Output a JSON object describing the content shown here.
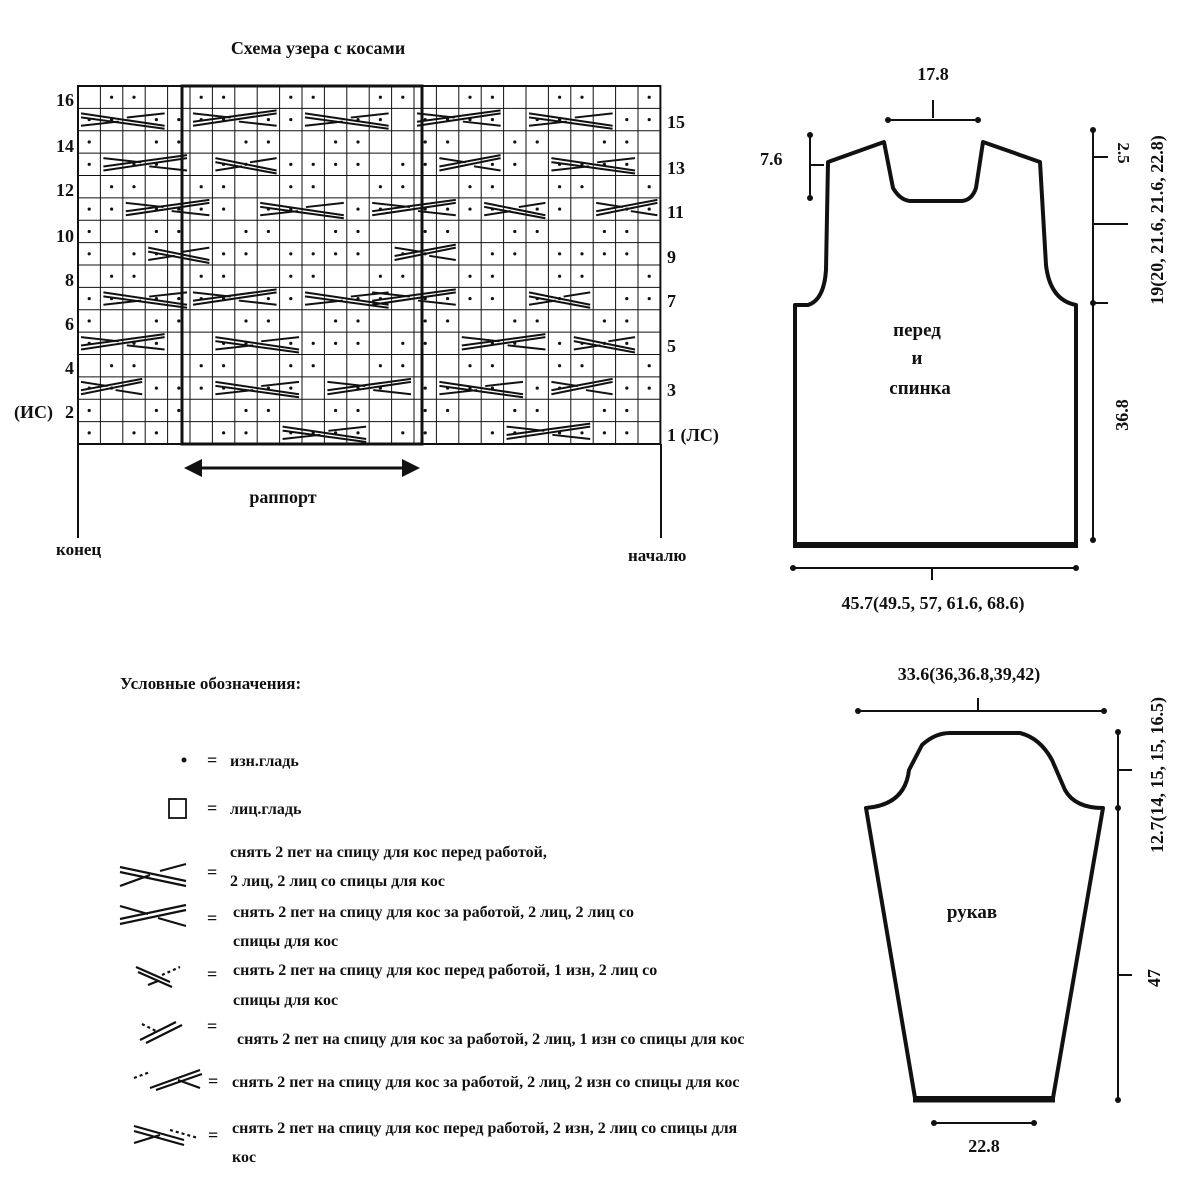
{
  "chart_title": "Схема узера с косами",
  "chart": {
    "rows_left": [
      "16",
      "14",
      "12",
      "10",
      "8",
      "6",
      "4",
      "2"
    ],
    "rows_right": [
      "15",
      "13",
      "11",
      "9",
      "7",
      "5",
      "3",
      "1 (ЛС)"
    ],
    "ws_label": "(ИС)",
    "repeat_label": "раппорт",
    "end_label": "конец",
    "start_label": "началю"
  },
  "vest": {
    "neck_width": "17.8",
    "shoulder_drop": "7.6",
    "armhole_depth": "2.5",
    "side_measure": "19(20, 21.6, 21.6, 22.8)",
    "lower_height": "36.8",
    "width": "45.7(49.5, 57, 61.6, 68.6)",
    "label_line1": "перед",
    "label_line2": "и",
    "label_line3": "спинка"
  },
  "sleeve": {
    "top_width": "33.6(36,36.8,39,42)",
    "cap_height": "12.7(14, 15, 15, 16.5)",
    "length": "47",
    "cuff_width": "22.8",
    "label": "рукав"
  },
  "legend": {
    "title": "Условные обозначения:",
    "items": [
      {
        "icon": "purl-dot-icon",
        "line1": "изн.гладь",
        "line2": ""
      },
      {
        "icon": "knit-square-icon",
        "line1": "лиц.гладь",
        "line2": ""
      },
      {
        "icon": "cable-front-knit-icon",
        "line1": "снять 2 пет на спицу для кос перед работой,",
        "line2": "2 лиц, 2 лиц со спицы для кос"
      },
      {
        "icon": "cable-back-knit-icon",
        "line1": "снять 2 пет на спицу для кос за работой, 2 лиц, 2 лиц со",
        "line2": "спицы для кос"
      },
      {
        "icon": "cross-front-purl-icon",
        "line1": "снять 2 пет на спицу для кос перед работой, 1 изн, 2 лиц со",
        "line2": "спицы для кос"
      },
      {
        "icon": "cross-back-purl-icon",
        "line1": "снять 2 пет на спицу для кос за работой, 2 лиц, 1 изн со спицы для кос",
        "line2": ""
      },
      {
        "icon": "cable-back-purl-icon",
        "line1": "снять 2 пет на спицу для кос за работой, 2 лиц, 2 изн со спицы для кос",
        "line2": ""
      },
      {
        "icon": "cable-front-purl-icon",
        "line1": "снять 2 пет на спицу для кос перед работой, 2 изн, 2 лиц со спицы для",
        "line2": "кос"
      }
    ]
  }
}
